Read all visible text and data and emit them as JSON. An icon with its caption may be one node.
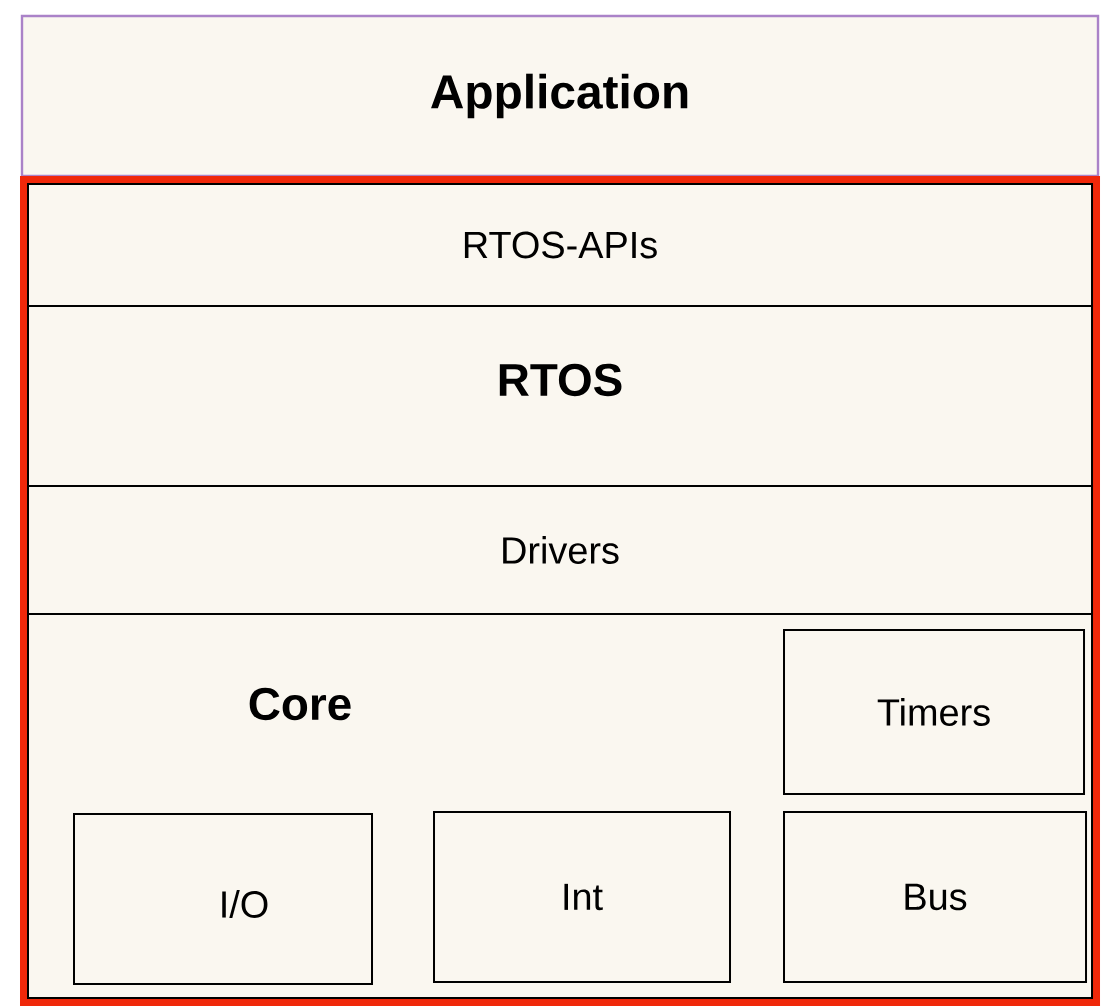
{
  "diagram": {
    "nodes": [
      {
        "text": [
          "Application"
        ]
      },
      {
        "text": [],
        "shape": "box"
      },
      {
        "text": [
          "RTOS-APIs"
        ],
        "in": 1
      },
      {
        "text": [
          "RTOS"
        ],
        "in": 1
      },
      {
        "text": [
          "Drivers"
        ],
        "in": 1
      },
      {
        "text": [
          "Core"
        ],
        "in": 1
      },
      {
        "text": [
          "Timers"
        ],
        "in": 5
      },
      {
        "text": [
          "I/O"
        ],
        "in": 5
      },
      {
        "text": [
          "Int"
        ],
        "in": 5
      },
      {
        "text": [
          "Bus"
        ],
        "in": 5
      }
    ]
  }
}
